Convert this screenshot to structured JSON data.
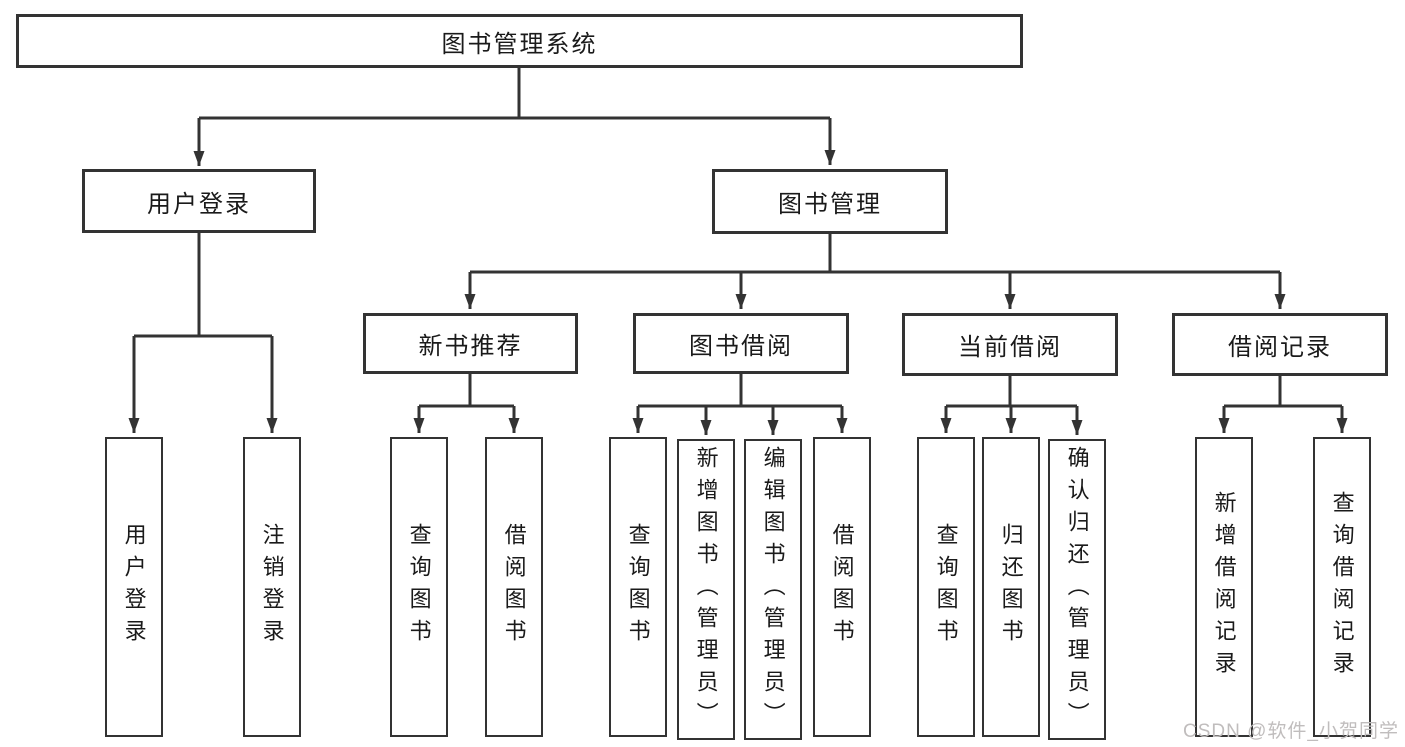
{
  "style": {
    "line_color": "#333333",
    "text_color": "#1a1a1a",
    "box_fill": "#ffffff",
    "background": "#ffffff",
    "watermark_color": "#c0bdbd"
  },
  "watermark": {
    "text": "CSDN @软件_小贺同学"
  },
  "tree": {
    "root": {
      "label": "图书管理系统"
    },
    "level2": [
      {
        "label": "用户登录"
      },
      {
        "label": "图书管理"
      }
    ],
    "level3": [
      {
        "label": "新书推荐",
        "parent": "图书管理"
      },
      {
        "label": "图书借阅",
        "parent": "图书管理"
      },
      {
        "label": "当前借阅",
        "parent": "图书管理"
      },
      {
        "label": "借阅记录",
        "parent": "图书管理"
      }
    ],
    "leaves": [
      {
        "label": "用户登录",
        "parent": "用户登录"
      },
      {
        "label": "注销登录",
        "parent": "用户登录"
      },
      {
        "label": "查询图书",
        "parent": "新书推荐"
      },
      {
        "label": "借阅图书",
        "parent": "新书推荐"
      },
      {
        "label": "查询图书",
        "parent": "图书借阅"
      },
      {
        "label": "新增图书（管理员）",
        "parent": "图书借阅"
      },
      {
        "label": "编辑图书（管理员）",
        "parent": "图书借阅"
      },
      {
        "label": "借阅图书",
        "parent": "图书借阅"
      },
      {
        "label": "查询图书",
        "parent": "当前借阅"
      },
      {
        "label": "归还图书",
        "parent": "当前借阅"
      },
      {
        "label": "确认归还（管理员）",
        "parent": "当前借阅"
      },
      {
        "label": "新增借阅记录",
        "parent": "借阅记录"
      },
      {
        "label": "查询借阅记录",
        "parent": "借阅记录"
      }
    ]
  }
}
